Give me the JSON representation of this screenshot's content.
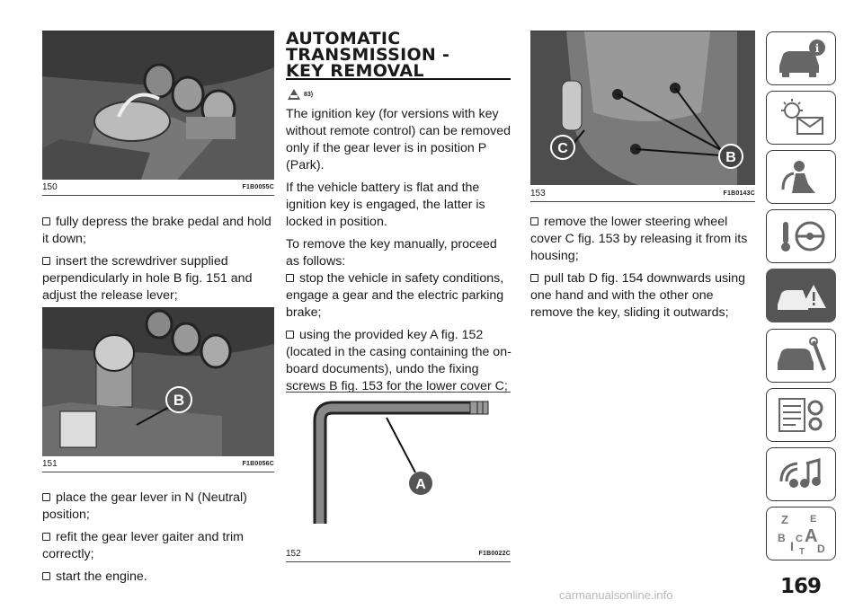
{
  "page_number": "169",
  "watermark": "carmanualsonline.info",
  "figures": {
    "f150": {
      "num": "150",
      "code": "F1B0055C"
    },
    "f151": {
      "num": "151",
      "code": "F1B0056C",
      "callouts": [
        "B"
      ]
    },
    "f152": {
      "num": "152",
      "code": "F1B0022C",
      "callouts": [
        "A"
      ]
    },
    "f153": {
      "num": "153",
      "code": "F1B0143C",
      "callouts": [
        "C",
        "B"
      ]
    }
  },
  "section": {
    "title_line1": "AUTOMATIC",
    "title_line2": "TRANSMISSION -",
    "title_line3": "KEY REMOVAL",
    "warning_ref": "83)"
  },
  "col1": {
    "bullets_top": [
      "fully depress the brake pedal and hold it down;",
      "insert the screwdriver supplied perpendicularly in hole B fig. 151 and adjust the release lever;"
    ],
    "bullets_bottom": [
      "place the gear lever in N (Neutral) position;",
      "refit the gear lever gaiter and trim correctly;",
      "start the engine."
    ]
  },
  "col2": {
    "para1": "The ignition key (for versions with key without remote control) can be removed only if the gear lever is in position P (Park).",
    "para2": "If the vehicle battery is flat and the ignition key is engaged, the latter is locked in position.",
    "para3": "To remove the key manually, proceed as follows:",
    "bullets": [
      "stop the vehicle in safety conditions, engage a gear and the electric parking brake;",
      "using the provided key A fig. 152 (located in the casing containing the on-board documents), undo the fixing screws B fig. 153 for the lower cover C;"
    ]
  },
  "col3": {
    "bullets": [
      "remove the lower steering wheel cover C fig. 153 by releasing it from its housing;",
      "pull tab D fig. 154 downwards using one hand and with the other one remove the key, sliding it outwards;"
    ]
  },
  "sidebar": {
    "tabs": [
      {
        "icon": "car-info-icon",
        "active": false
      },
      {
        "icon": "warning-lights-icon",
        "active": false
      },
      {
        "icon": "seat-airbag-safety-icon",
        "active": false
      },
      {
        "icon": "key-steering-wheel-icon",
        "active": false
      },
      {
        "icon": "emergency-car-icon",
        "active": true
      },
      {
        "icon": "car-maintenance-icon",
        "active": false
      },
      {
        "icon": "technical-data-icon",
        "active": false
      },
      {
        "icon": "multimedia-icon",
        "active": false
      },
      {
        "icon": "index-letters-icon",
        "active": false
      }
    ],
    "index_letters": [
      "Z",
      "E",
      "B",
      "A",
      "I",
      "C",
      "T",
      "D"
    ]
  }
}
